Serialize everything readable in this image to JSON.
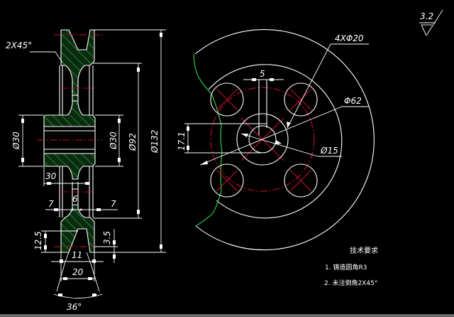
{
  "drawing": {
    "title": "V-belt pulley engineering drawing",
    "colors": {
      "background": "#000000",
      "outline": "#ffffff",
      "centerline": "#c8102e",
      "hatch": "#2ecc40",
      "break_line": "#2ecc40"
    },
    "section_view": {
      "chamfer_note": "2X45°",
      "dims": {
        "bore_left": "Ø30",
        "bore_right": "Ø30",
        "web_dia": "Ø92",
        "outer_dia": "Ø132",
        "hub_width": "30",
        "web_width": "6",
        "offset_left": "7",
        "offset_right": "7",
        "groove_depth": "12.5",
        "groove_top": "3.5",
        "groove_bottom_width": "11",
        "groove_top_width": "20",
        "groove_angle": "36°"
      }
    },
    "end_view": {
      "dims": {
        "holes": "4XΦ20",
        "hole_circle": "Φ62",
        "bore": "Ø15",
        "keyway_width": "5",
        "keyway_depth": "17.1"
      }
    },
    "roughness": {
      "value": "3.2"
    },
    "tech_notes": {
      "title": "技术要求",
      "items": [
        "1. 铸造圆角R3",
        "2. 未注倒角2X45°"
      ]
    }
  }
}
